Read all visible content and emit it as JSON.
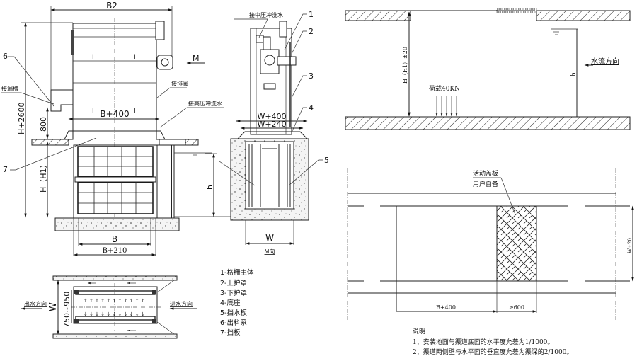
{
  "front_view": {
    "dims": {
      "top_width": "B2",
      "overall_height": "H+2600",
      "discharge_height": "800",
      "channel_depth": "H（H1）",
      "inner_width_top": "B+400",
      "width_b": "B",
      "width_b210": "B+210",
      "water_depth": "h"
    },
    "callouts": {
      "c6": "6",
      "c7": "7",
      "chute": "接漏槽",
      "drain_valve": "接排阀",
      "high_pressure": "接高压冲洗水",
      "view_m": "M"
    }
  },
  "side_view": {
    "callouts": {
      "mid_pressure": "接中压冲洗水",
      "c1": "1",
      "c2": "2",
      "c3": "3",
      "c4": "4",
      "c5": "5"
    },
    "dims": {
      "w400": "W+400",
      "w240": "W+240",
      "w": "W",
      "water_depth": "h"
    },
    "view_label": "M向"
  },
  "plan_view": {
    "outflow": "出水方向",
    "inflow": "进水方向",
    "dim_w": "W",
    "dim_range": "750~950"
  },
  "legend": {
    "items": [
      "1-格栅主体",
      "2-上护罩",
      "3-下护罩",
      "4-底座",
      "5-挡水板",
      "6-出料系",
      "7-挡板"
    ]
  },
  "channel_section": {
    "height_dim": "H（H1）±20",
    "water_depth": "h",
    "load": "荷载40KN",
    "flow_direction": "水流方向"
  },
  "channel_plan": {
    "cover_label_1": "活动盖板",
    "cover_label_2": "用户自备",
    "dim_b400": "B+400",
    "dim_600": "≥600",
    "dim_w20": "W±20"
  },
  "notes": {
    "title": "说明",
    "items": [
      "1、安装地面与渠道底面的水平度允差为1/1000。",
      "2、渠道两侧壁与水平面的垂直度允差为渠深的2/1000。"
    ]
  }
}
